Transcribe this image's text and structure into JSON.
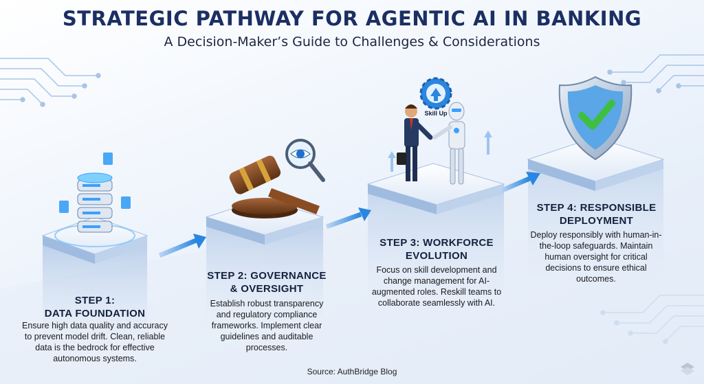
{
  "header": {
    "title": "STRATEGIC PATHWAY FOR AGENTIC AI IN BANKING",
    "subtitle": "A Decision-Maker’s Guide to Challenges & Considerations"
  },
  "steps": [
    {
      "label": "STEP 1:",
      "title": "DATA FOUNDATION",
      "description": "Ensure high data quality and accuracy to prevent model drift. Clean, reliable data is the bedrock for effective autonomous systems."
    },
    {
      "label": "STEP 2: GOVERNANCE",
      "title": "& OVERSIGHT",
      "description": "Establish robust transparency and regulatory compliance frameworks. Implement clear guidelines and auditable processes."
    },
    {
      "label": "STEP 3: WORKFORCE",
      "title": "EVOLUTION",
      "description": "Focus on skill development and change management for AI-augmented roles. Reskill teams to collaborate seamlessly with AI."
    },
    {
      "label": "STEP 4: RESPONSIBLE",
      "title": "DEPLOYMENT",
      "description": "Deploy responsibly with human-in-the-loop safeguards. Maintain human oversight for critical decisions to ensure ethical outcomes."
    }
  ],
  "skill_badge": "Skill Up",
  "source": "Source: AuthBridge Blog",
  "colors": {
    "navy": "#1b2f63",
    "accent_blue": "#2a86e0",
    "shield_green": "#3fbf3f"
  }
}
